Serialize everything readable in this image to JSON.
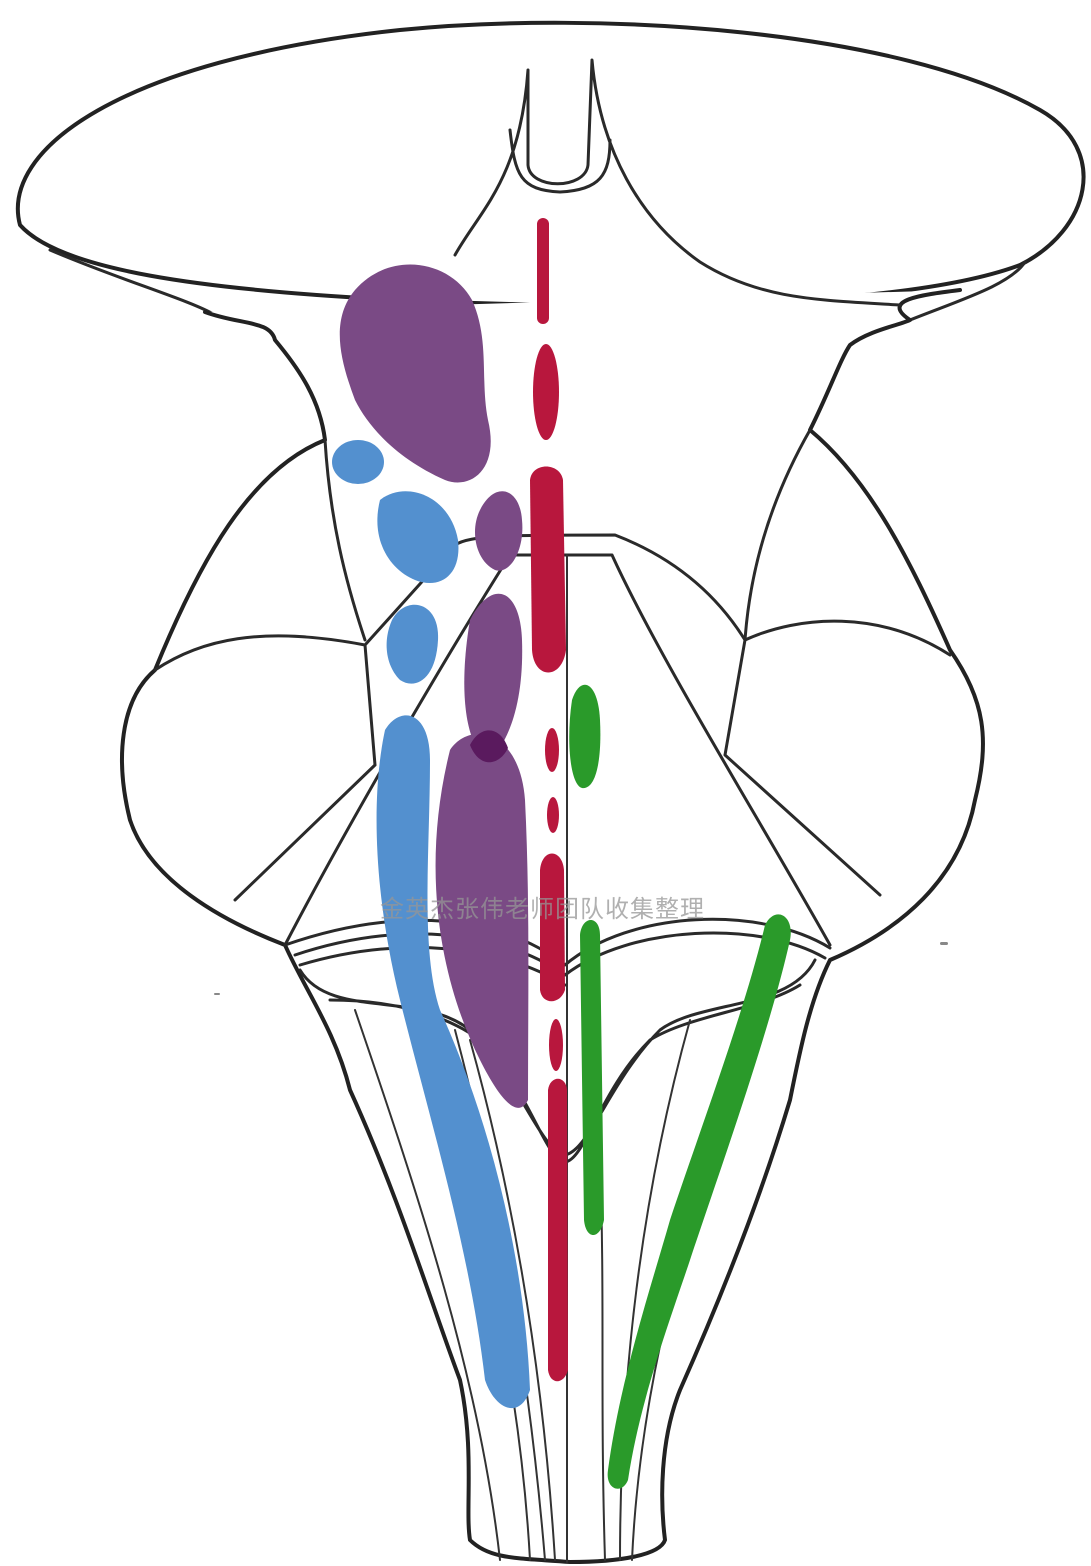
{
  "watermark": {
    "text": "金英杰张伟老师团队收集整理"
  },
  "colors": {
    "outline": "#222222",
    "purple": "#7a4a85",
    "purple_dark": "#5a1a5e",
    "blue": "#5390cf",
    "red": "#b8173d",
    "green": "#2a9a2a"
  },
  "regions": [
    {
      "name": "purple-region",
      "color_key": "purple"
    },
    {
      "name": "blue-region",
      "color_key": "blue"
    },
    {
      "name": "red-midline-region",
      "color_key": "red"
    },
    {
      "name": "green-region",
      "color_key": "green"
    }
  ]
}
